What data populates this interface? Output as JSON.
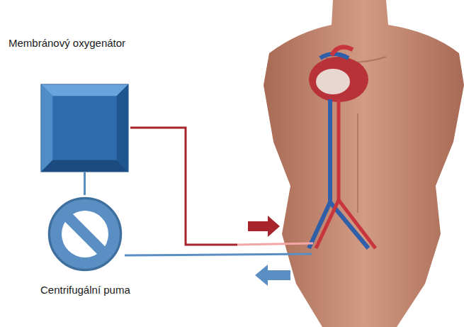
{
  "diagram": {
    "nodes": [
      {
        "text": [
          "Membránový oxygenátor"
        ]
      },
      {
        "text": [
          "Centrifugální puma"
        ]
      }
    ],
    "edges": [
      {
        "from": 0,
        "to": 1,
        "arrow": "none"
      }
    ]
  }
}
